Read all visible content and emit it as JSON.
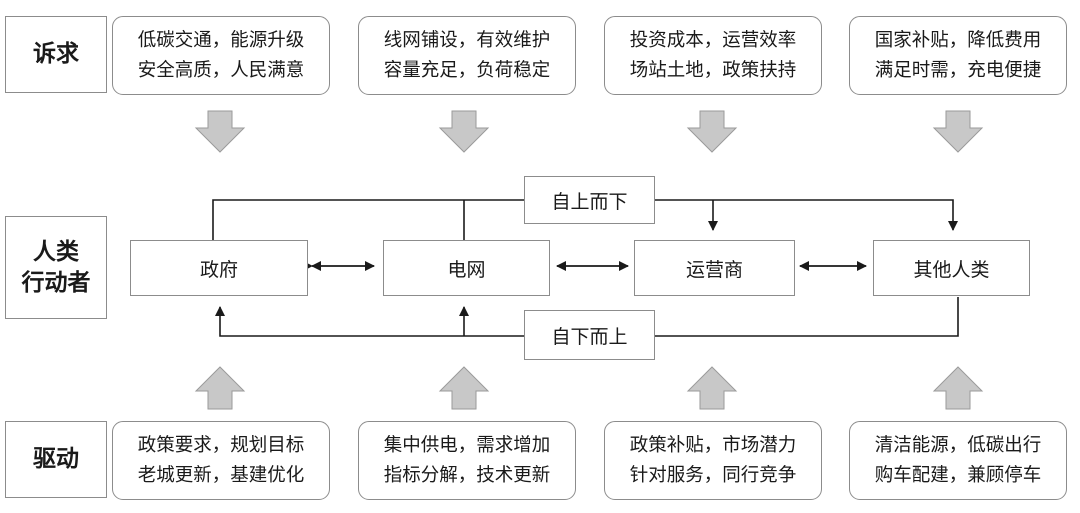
{
  "rows": {
    "demands": "诉求",
    "actors": [
      "人类",
      "行动者"
    ],
    "drivers": "驱动"
  },
  "demands": [
    [
      "低碳交通，能源升级",
      "安全高质，人民满意"
    ],
    [
      "线网铺设，有效维护",
      "容量充足，负荷稳定"
    ],
    [
      "投资成本，运营效率",
      "场站土地，政策扶持"
    ],
    [
      "国家补贴，降低费用",
      "满足时需，充电便捷"
    ]
  ],
  "actors": [
    "政府",
    "电网",
    "运营商",
    "其他人类"
  ],
  "flows": {
    "top_down": "自上而下",
    "bottom_up": "自下而上"
  },
  "drivers": [
    [
      "政策要求，规划目标",
      "老城更新，基建优化"
    ],
    [
      "集中供电，需求增加",
      "指标分解，技术更新"
    ],
    [
      "政策补贴，市场潜力",
      "针对服务，同行竞争"
    ],
    [
      "清洁能源，低碳出行",
      "购车配建，兼顾停车"
    ]
  ],
  "colors": {
    "border": "#8c8c8c",
    "arrow_fill": "#c8c8c8",
    "line": "#1a1a1a"
  }
}
